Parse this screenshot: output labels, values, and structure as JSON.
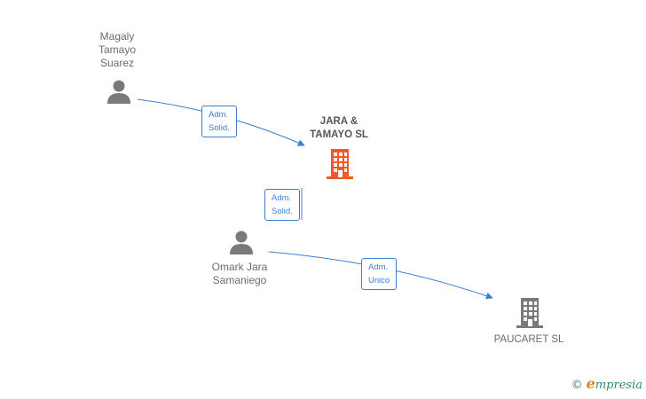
{
  "colors": {
    "edge": "#3b7fd4",
    "person_icon": "#7a7a7a",
    "main_company": "#f05a28",
    "other_company": "#7a7a7a"
  },
  "nodes": {
    "person1": {
      "name": "Magaly\nTamayo\nSuarez",
      "icon": "person-icon"
    },
    "person2": {
      "name": "Omark Jara\nSamaniego",
      "icon": "person-icon"
    },
    "company_main": {
      "name": "JARA &\nTAMAYO  SL",
      "icon": "building-icon"
    },
    "company2": {
      "name": "PAUCARET  SL",
      "icon": "building-icon"
    }
  },
  "edges": {
    "e1": {
      "label": "Adm.\nSolid."
    },
    "e2": {
      "label": "Adm.\nSolid."
    },
    "e3": {
      "label": "Adm.\nUnico"
    }
  },
  "brand": {
    "copyright": "©",
    "e_letter": "e",
    "name": "mpresia"
  }
}
